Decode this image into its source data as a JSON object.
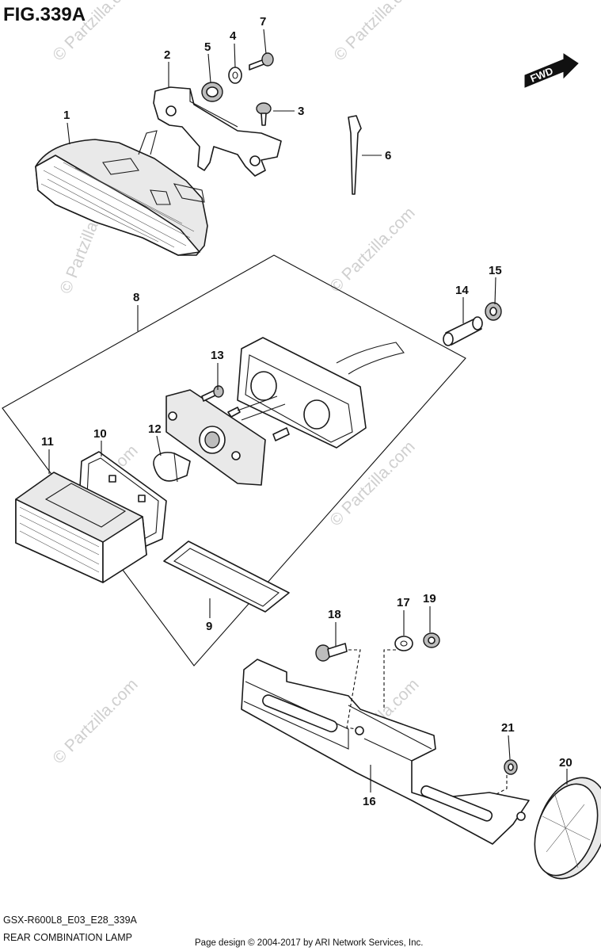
{
  "figure": {
    "title": "FIG.339A",
    "code": "GSX-R600L8_E03_E28_339A",
    "name": "REAR COMBINATION LAMP",
    "page_design": "Page design © 2004-2017 by ARI Network Services, Inc."
  },
  "direction_badge": {
    "label": "FWD"
  },
  "watermark": {
    "text": "© Partzilla.com"
  },
  "callouts": [
    "1",
    "2",
    "3",
    "4",
    "5",
    "6",
    "7",
    "8",
    "9",
    "10",
    "11",
    "12",
    "13",
    "14",
    "15",
    "16",
    "17",
    "18",
    "19",
    "20",
    "21"
  ],
  "colors": {
    "line": "#1a1a1a",
    "watermark": "#cfcfcf",
    "badge": "#111111"
  }
}
